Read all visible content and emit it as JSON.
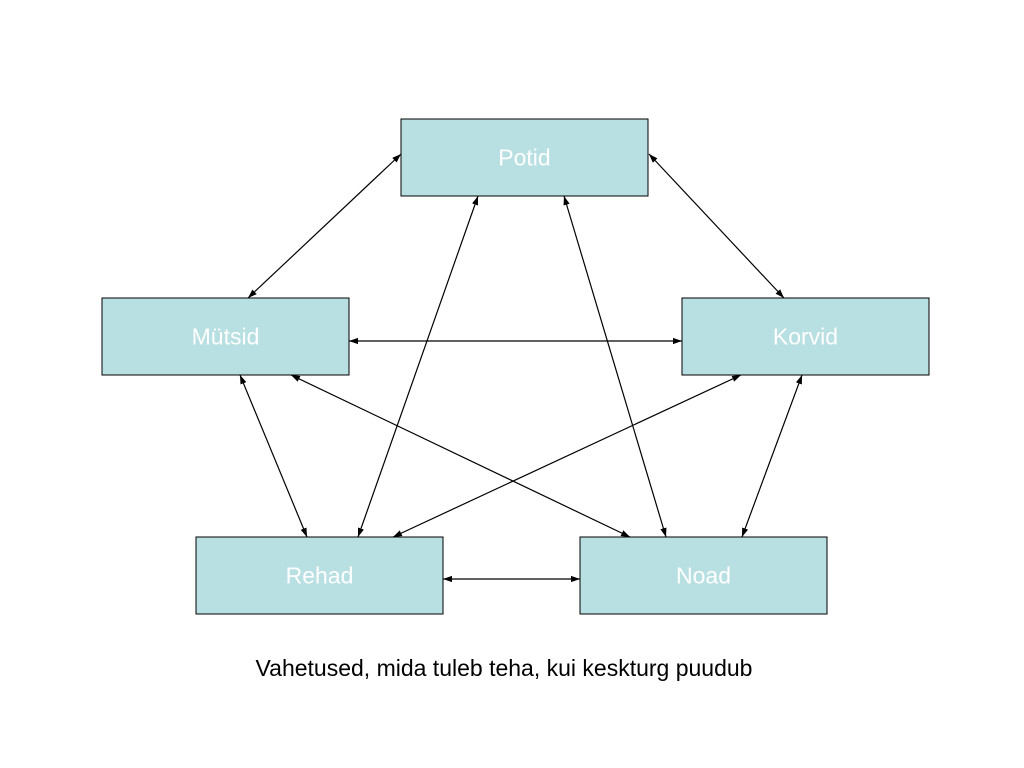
{
  "diagram": {
    "nodes": [
      {
        "id": "potid",
        "label": "Potid"
      },
      {
        "id": "mutsid",
        "label": "Mütsid"
      },
      {
        "id": "korvid",
        "label": "Korvid"
      },
      {
        "id": "rehad",
        "label": "Rehad"
      },
      {
        "id": "noad",
        "label": "Noad"
      }
    ],
    "edges": [
      {
        "from": "potid",
        "to": "mutsid",
        "direction": "both"
      },
      {
        "from": "potid",
        "to": "korvid",
        "direction": "both"
      },
      {
        "from": "potid",
        "to": "rehad",
        "direction": "both"
      },
      {
        "from": "potid",
        "to": "noad",
        "direction": "both"
      },
      {
        "from": "mutsid",
        "to": "korvid",
        "direction": "both"
      },
      {
        "from": "mutsid",
        "to": "rehad",
        "direction": "both"
      },
      {
        "from": "mutsid",
        "to": "noad",
        "direction": "both"
      },
      {
        "from": "korvid",
        "to": "rehad",
        "direction": "both"
      },
      {
        "from": "korvid",
        "to": "noad",
        "direction": "both"
      },
      {
        "from": "rehad",
        "to": "noad",
        "direction": "both"
      }
    ],
    "node_fill_color": "#b8dfe2",
    "node_text_color": "#ffffff",
    "edge_color": "#000000"
  },
  "caption": "Vahetused, mida tuleb teha, kui keskturg puudub"
}
